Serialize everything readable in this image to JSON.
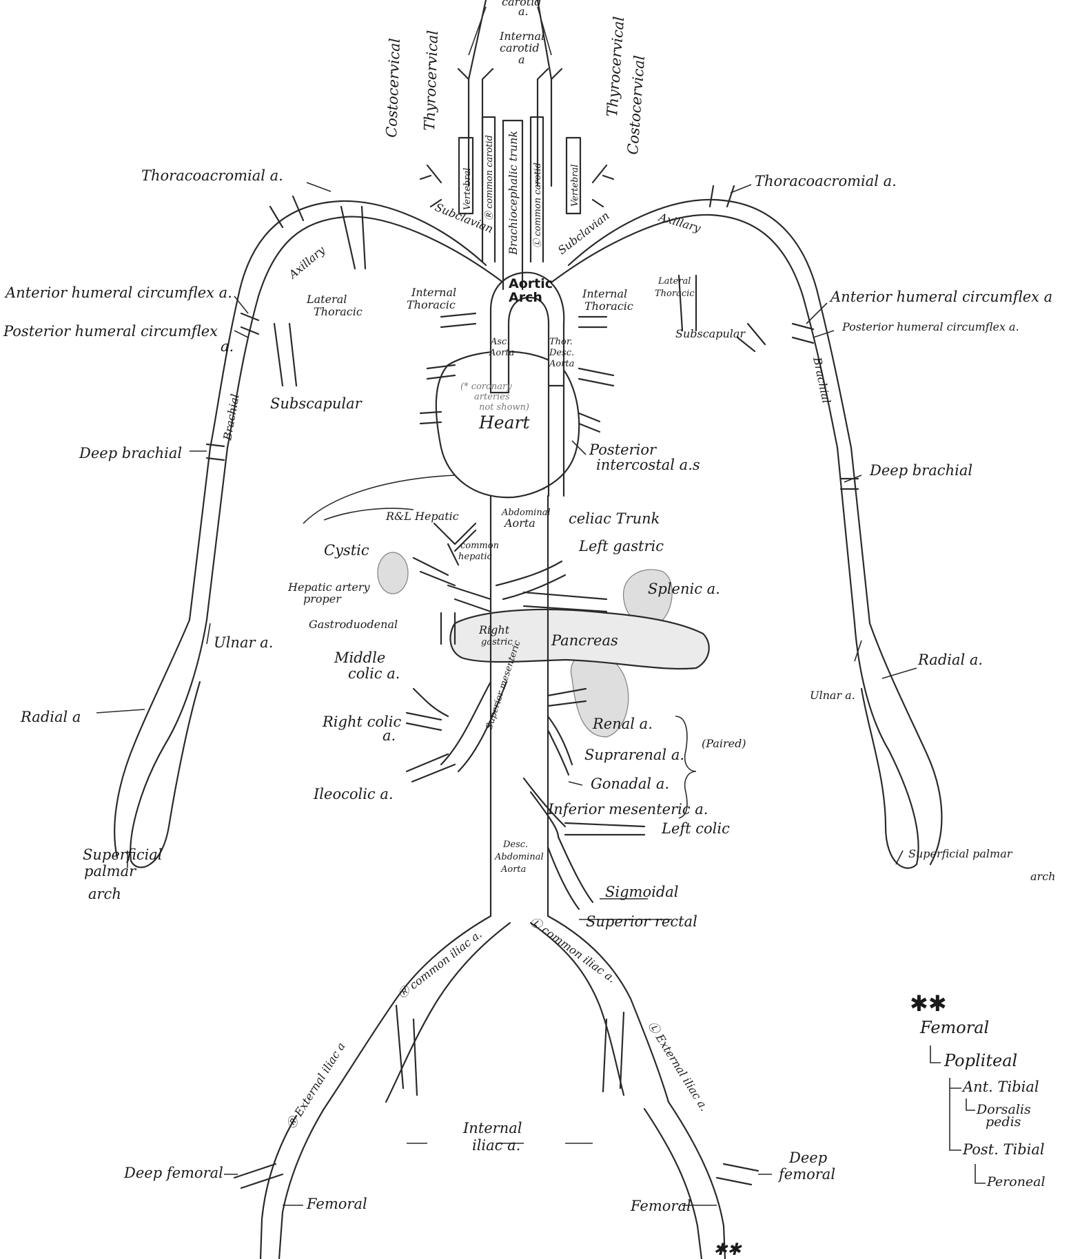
{
  "labels": {
    "carotid_top": "carotid",
    "carotid_top_a": "a.",
    "internal_carotid": "Internal",
    "internal_carotid_2": "carotid",
    "internal_carotid_3": "a",
    "costocervical_left": "Costocervical",
    "thyrocervical_left": "Thyrocervical",
    "thyrocervical_right": "Thyrocervical",
    "costocervical_right": "Costocervical",
    "vertebral_left": "Vertebral",
    "r_common_carotid": "Ⓡ common carotid",
    "brachiocephalic_trunk": "Brachiocephalic trunk",
    "l_common_carotid": "Ⓛ common carotid",
    "vertebral_right": "Vertebral",
    "thoracoacromial_left": "Thoracoacromial a.",
    "thoracoacromial_right": "Thoracoacromial a.",
    "subclavian_left": "Subclavian",
    "subclavian_right": "Subclavian",
    "axillary_left": "Axillary",
    "axillary_right": "Axillary",
    "aortic_arch_1": "Aortic",
    "aortic_arch_2": "Arch",
    "lateral_thoracic_left_1": "Lateral",
    "lateral_thoracic_left_2": "Thoracic",
    "internal_thoracic_left_1": "Internal",
    "internal_thoracic_left_2": "Thoracic",
    "internal_thoracic_right_1": "Internal",
    "internal_thoracic_right_2": "Thoracic",
    "lateral_thoracic_right_1": "Lateral",
    "lateral_thoracic_right_2": "Thoracic",
    "ant_humeral_left": "Anterior humeral circumflex a.",
    "post_humeral_left_1": "Posterior humeral circumflex",
    "post_humeral_left_2": "a.",
    "ant_humeral_right": "Anterior humeral circumflex a",
    "post_humeral_right": "Posterior humeral circumflex a.",
    "subscapular_left": "Subscapular",
    "subscapular_right": "Subscapular",
    "asc_aorta_1": "Asc.",
    "asc_aorta_2": "Aorta",
    "thor_desc_1": "Thor.",
    "thor_desc_2": "Desc.",
    "thor_desc_3": "Aorta",
    "coronary_1": "(* coronary",
    "coronary_2": "arteries",
    "coronary_3": "not shown)",
    "heart": "Heart",
    "brachial_left": "Brachial",
    "brachial_right": "Brachial",
    "deep_brachial_left": "Deep brachial",
    "deep_brachial_right": "Deep brachial",
    "posterior_intercostal_1": "Posterior",
    "posterior_intercostal_2": "intercostal a.s",
    "rl_hepatic": "R&L Hepatic",
    "abdominal_aorta_1": "Abdominal",
    "abdominal_aorta_2": "Aorta",
    "celiac_trunk": "celiac Trunk",
    "left_gastric": "Left gastric",
    "cystic": "Cystic",
    "common_hepatic_1": "common",
    "common_hepatic_2": "hepatic",
    "hepatic_proper_1": "Hepatic artery",
    "hepatic_proper_2": "proper",
    "splenic": "Splenic a.",
    "gastroduodenal": "Gastroduodenal",
    "right_gastric_1": "Right",
    "right_gastric_2": "gastric",
    "pancreas": "Pancreas",
    "ulnar_left": "Ulnar a.",
    "radial_right": "Radial a.",
    "middle_colic_1": "Middle",
    "middle_colic_2": "colic a.",
    "superior_mesenteric": "Superior mesenteric",
    "ulnar_right": "Ulnar a.",
    "radial_left": "Radial a",
    "right_colic_1": "Right colic",
    "right_colic_2": "a.",
    "renal": "Renal a.",
    "suprarenal": "Suprarenal a.",
    "paired": "(Paired)",
    "gonadal": "Gonadal a.",
    "ileocolic": "Ileocolic a.",
    "inferior_mesenteric": "Inferior mesenteric a.",
    "left_colic": "Left colic",
    "superficial_palmar_left_1": "Superficial",
    "superficial_palmar_left_2": "palmar",
    "superficial_palmar_left_3": "arch",
    "superficial_palmar_right_1": "Superficial palmar",
    "superficial_palmar_right_2": "arch",
    "desc_abdominal_1": "Desc.",
    "desc_abdominal_2": "Abdominal",
    "desc_abdominal_3": "Aorta",
    "sigmoidal": "Sigmoidal",
    "superior_rectal": "Superior rectal",
    "r_common_iliac_1": "Ⓡ common iliac a.",
    "l_common_iliac": "Ⓛ common iliac a.",
    "r_external_iliac": "Ⓡ External iliac a",
    "l_external_iliac": "Ⓛ External iliac a.",
    "internal_iliac_1": "Internal",
    "internal_iliac_2": "iliac a.",
    "deep_femoral_left": "Deep femoral",
    "deep_femoral_right_1": "Deep",
    "deep_femoral_right_2": "femoral",
    "femoral_left": "Femoral",
    "femoral_right": "Femoral",
    "double_star_bottom": "✱✱"
  },
  "legend": {
    "stars": "✱✱",
    "femoral": "Femoral",
    "popliteal": "Popliteal",
    "ant_tibial": "Ant. Tibial",
    "dorsalis_1": "Dorsalis",
    "dorsalis_2": "pedis",
    "post_tibial": "Post. Tibial",
    "peroneal": "Peroneal"
  }
}
